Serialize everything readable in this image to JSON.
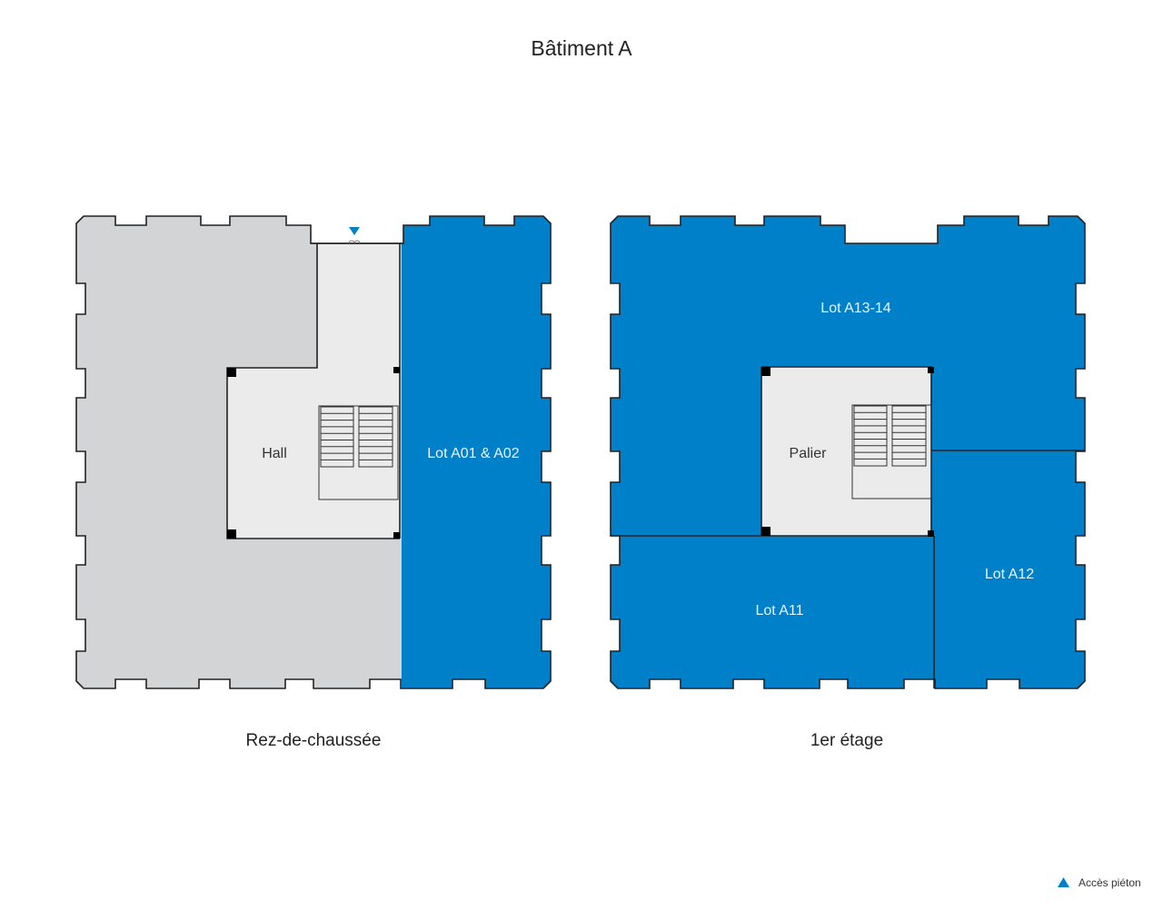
{
  "title": "Bâtiment A",
  "colors": {
    "lot": "#0080c8",
    "common": "#ebebeb",
    "other": "#d3d4d6"
  },
  "floors": [
    {
      "caption": "Rez-de-chaussée",
      "labels": {
        "core": "Hall",
        "lot1": "Lot A01 & A02"
      }
    },
    {
      "caption": "1er étage",
      "labels": {
        "core": "Palier",
        "lot1": "Lot A13-14",
        "lot2": "Lot A12",
        "lot3": "Lot A11"
      }
    }
  ],
  "legend": {
    "icon": "triangle-up-icon",
    "label": "Accès piéton"
  }
}
